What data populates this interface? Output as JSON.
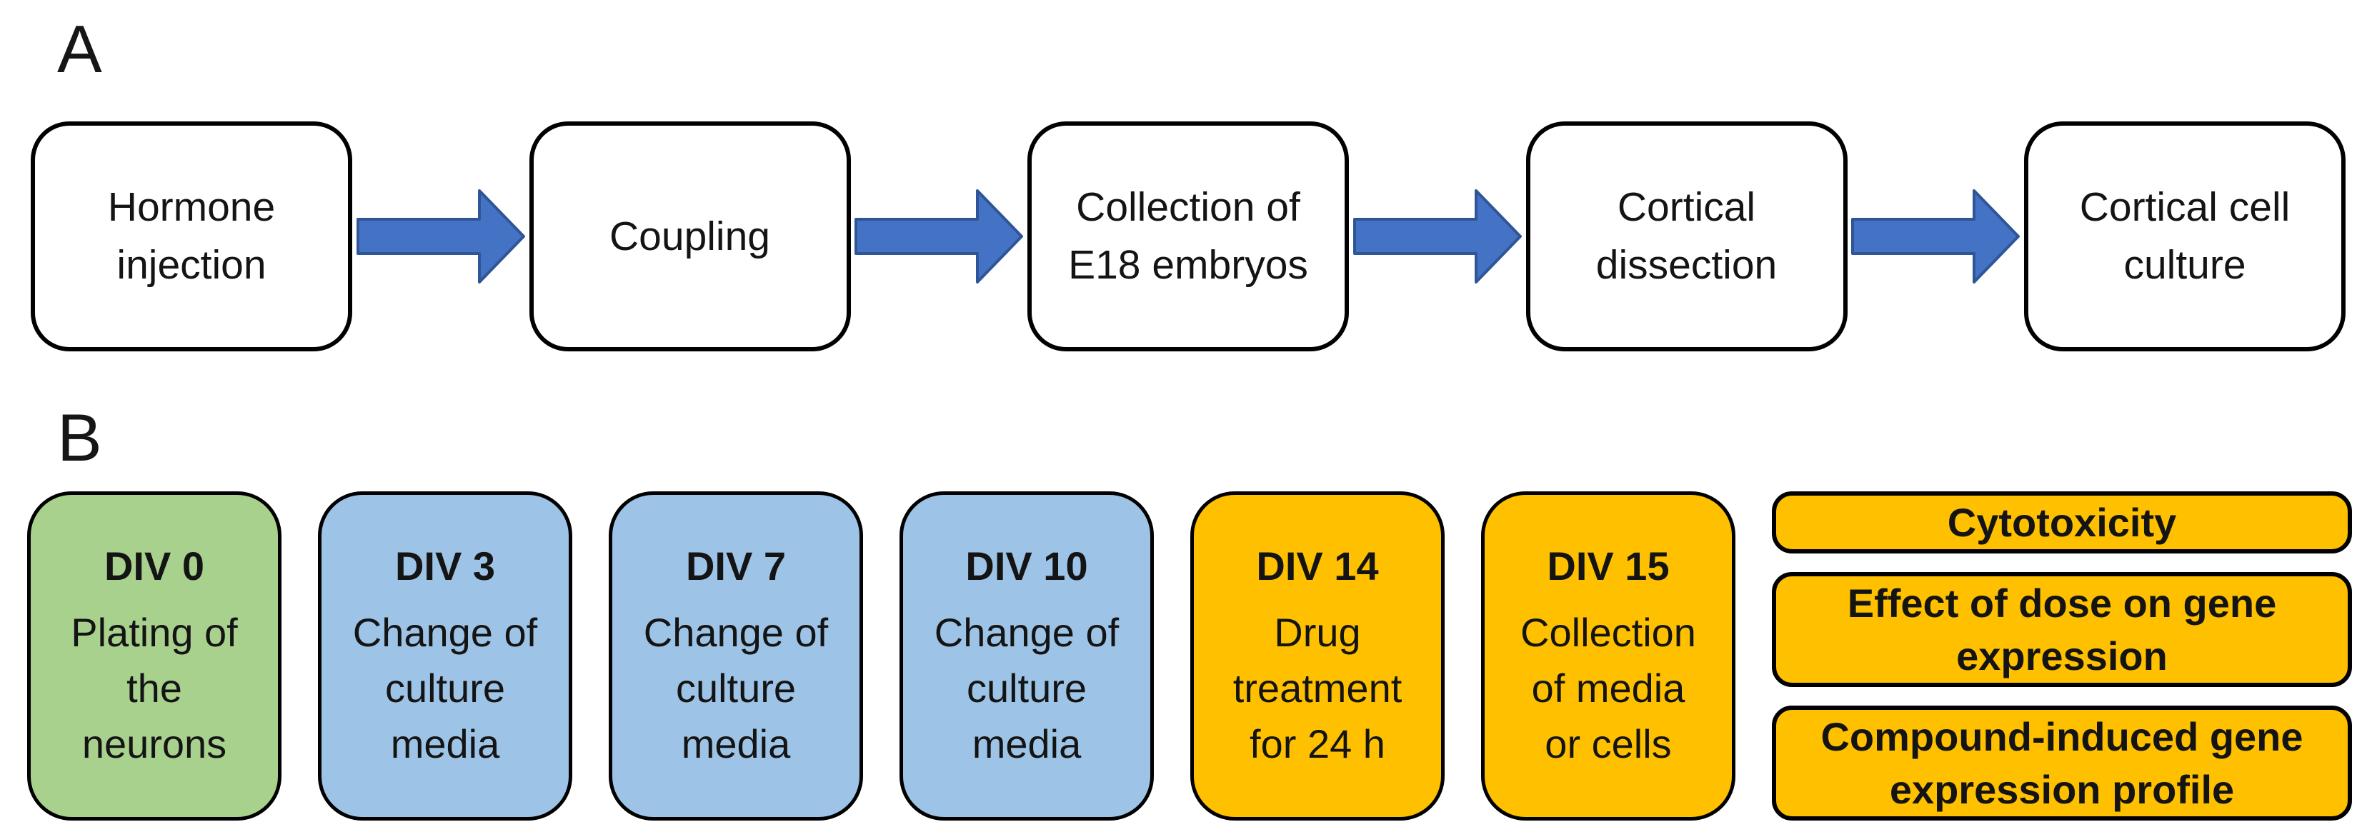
{
  "panel_a": {
    "label": "A",
    "steps": [
      {
        "label": "Hormone injection"
      },
      {
        "label": "Coupling"
      },
      {
        "label": "Collection of E18 embryos"
      },
      {
        "label": "Cortical dissection"
      },
      {
        "label": "Cortical cell culture"
      }
    ]
  },
  "panel_b": {
    "label": "B",
    "timeline": [
      {
        "day": "DIV 0",
        "description": "Plating of the neurons",
        "category": "start"
      },
      {
        "day": "DIV 3",
        "description": "Change of culture media",
        "category": "maintenance"
      },
      {
        "day": "DIV 7",
        "description": "Change of culture media",
        "category": "maintenance"
      },
      {
        "day": "DIV 10",
        "description": "Change of culture media",
        "category": "maintenance"
      },
      {
        "day": "DIV 14",
        "description": "Drug treatment for 24 h",
        "category": "treatment"
      },
      {
        "day": "DIV 15",
        "description": "Collection of media or cells",
        "category": "treatment"
      }
    ],
    "outcomes": [
      {
        "label": "Cytotoxicity"
      },
      {
        "label": "Effect of dose on gene expression"
      },
      {
        "label": "Compound-induced gene expression profile"
      }
    ]
  },
  "colors": {
    "start_fill": "#A9D18E",
    "maintenance_fill": "#9DC3E6",
    "treatment_fill": "#FFC000",
    "outcome_fill": "#FFC000",
    "arrow_fill": "#4472C4",
    "arrow_stroke": "#2F5597",
    "box_border": "#000000"
  }
}
